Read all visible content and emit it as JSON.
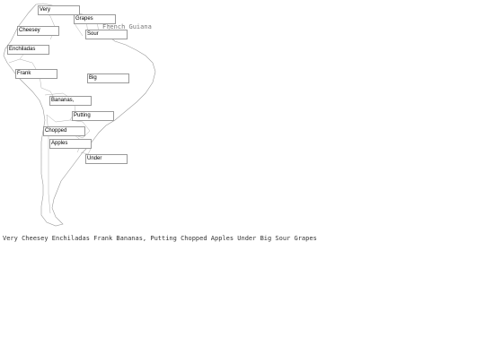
{
  "map": {
    "annotation": "French Guiana",
    "labels": [
      "Very",
      "Grapes",
      "Cheesey",
      "Sour",
      "Enchiladas",
      "Frank",
      "Big",
      "Bananas,",
      "Putting",
      "Chopped",
      "Apples",
      "Under"
    ]
  },
  "caption": "Very Cheesey Enchiladas Frank Bananas, Putting Chopped Apples Under Big Sour Grapes"
}
